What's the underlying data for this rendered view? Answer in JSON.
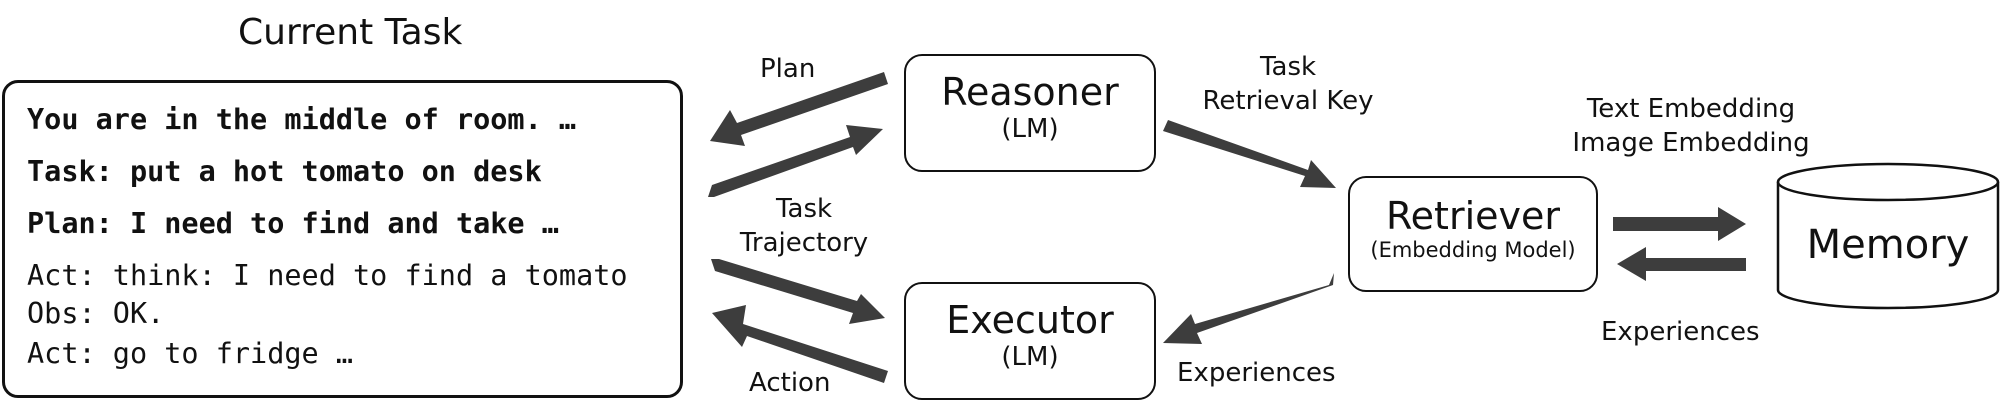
{
  "current_task": {
    "title": "Current Task",
    "lines": [
      "You are in the middle of room. …",
      "Task: put a hot tomato on desk",
      "Plan: I need to find and take …",
      "Act: think: I need to find a tomato",
      "Obs: OK.",
      "Act: go to fridge …"
    ]
  },
  "nodes": {
    "reasoner": {
      "name": "Reasoner",
      "sub": "(LM)"
    },
    "executor": {
      "name": "Executor",
      "sub": "(LM)"
    },
    "retriever": {
      "name": "Retriever",
      "sub": "(Embedding Model)"
    },
    "memory": {
      "name": "Memory"
    }
  },
  "edge_labels": {
    "plan": "Plan",
    "task_trajectory": [
      "Task",
      "Trajectory"
    ],
    "action": "Action",
    "task_retrieval_key": [
      "Task",
      "Retrieval Key"
    ],
    "experiences_to_executor": "Experiences",
    "embeddings": [
      "Text Embedding",
      "Image Embedding"
    ],
    "experiences_from_memory": "Experiences"
  },
  "colors": {
    "arrow": "#3d3d3d",
    "stroke": "#111111"
  }
}
